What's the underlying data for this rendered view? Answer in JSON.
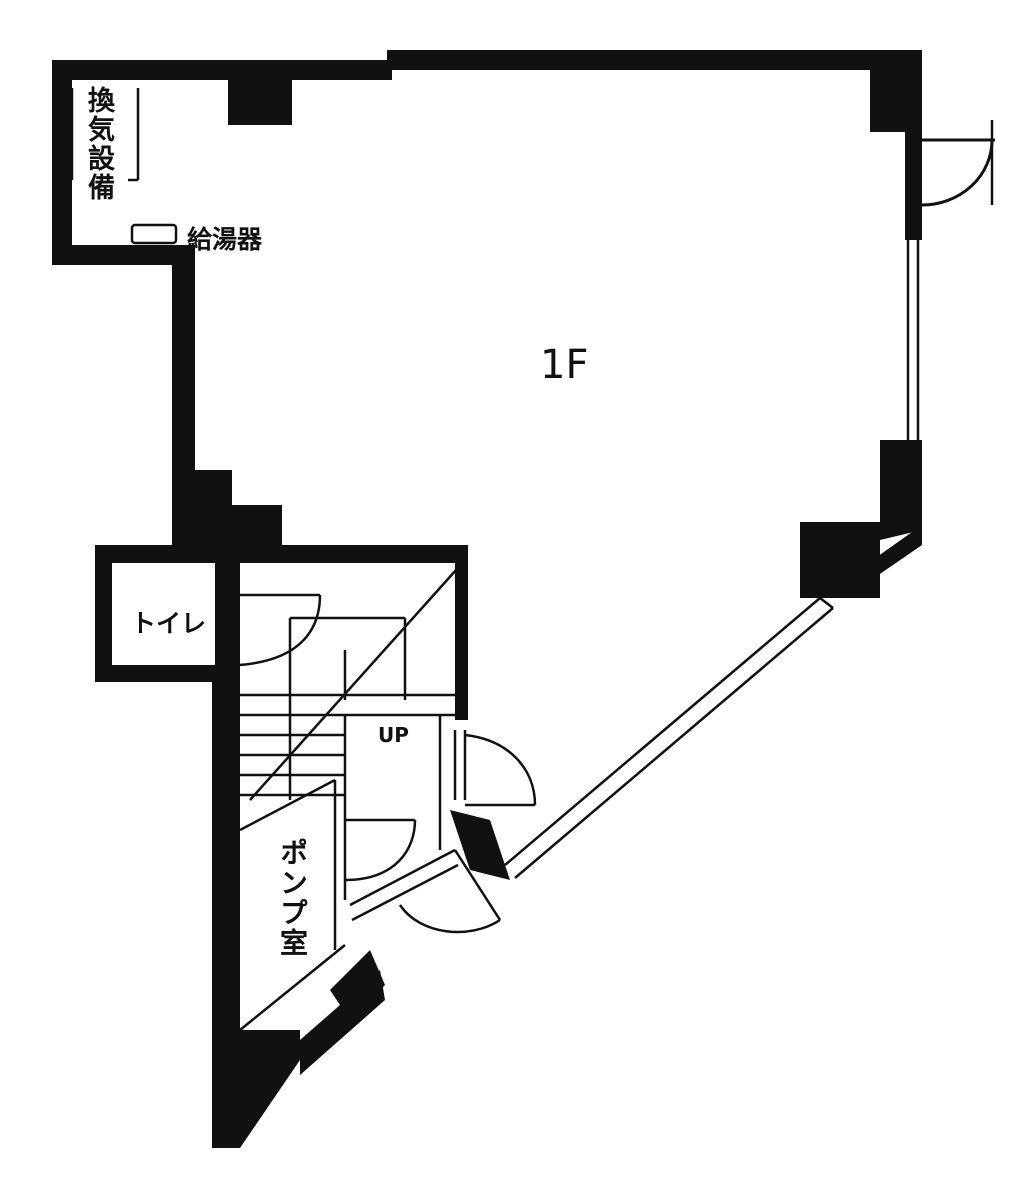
{
  "floor_label": "1F",
  "rooms": {
    "ventilation": "換気設備",
    "water_heater": "給湯器",
    "toilet": "トイレ",
    "pump_room": "ポンプ室"
  },
  "stairs_label": "UP",
  "colors": {
    "wall": "#111111",
    "background": "#ffffff"
  }
}
